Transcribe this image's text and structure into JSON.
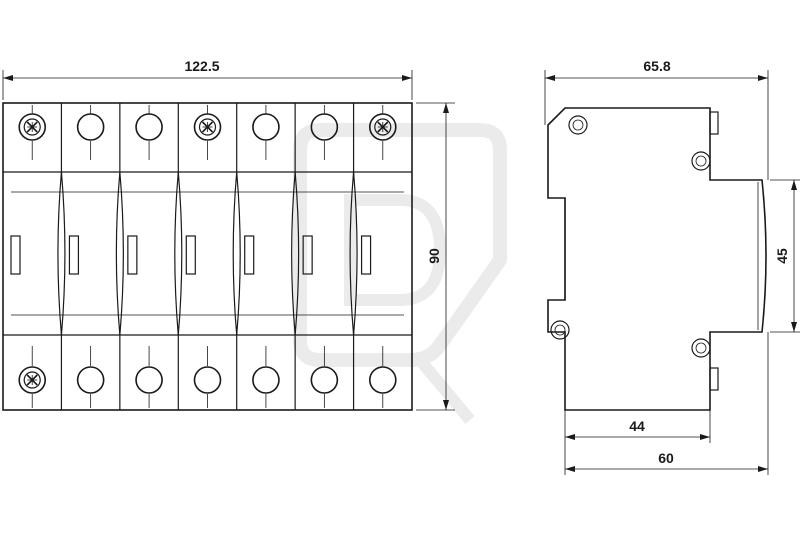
{
  "dimensions": {
    "front_width": "122.5",
    "front_height": "90",
    "side_width": "65.8",
    "rail_height": "45",
    "depth_44": "44",
    "depth_60": "60"
  },
  "modules": {
    "count": 7,
    "top_terminals": [
      "cross",
      "circle",
      "circle",
      "cross",
      "circle",
      "circle",
      "cross"
    ],
    "bottom_terminals": [
      "cross",
      "circle",
      "circle",
      "circle",
      "circle",
      "circle",
      "circle"
    ]
  },
  "colors": {
    "line": "#1a1a1a",
    "watermark": "#dcdcdc",
    "background": "#ffffff"
  }
}
